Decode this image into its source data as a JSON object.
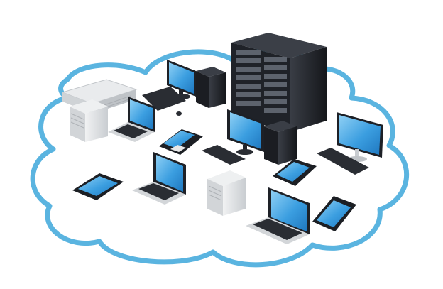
{
  "scene": {
    "subject": "cloud-computing-network",
    "colors": {
      "background": "#ffffff",
      "cloud_stroke": "#5ab4e0",
      "cloud_fill": "#ffffff",
      "screen": "#3b9ee0",
      "screen_highlight": "#8fd0f5",
      "dark_body": "#1e2127",
      "keyboard": "#2a2d33",
      "silver": "#d9dcdf",
      "silver_shade": "#b7bbc0"
    },
    "devices": [
      {
        "kind": "server-rack",
        "icon": "server-rack-icon"
      },
      {
        "kind": "tower-server",
        "icon": "tower-server-icon"
      },
      {
        "kind": "desktop-computer",
        "icon": "desktop-icon"
      },
      {
        "kind": "laptop",
        "icon": "laptop-icon"
      },
      {
        "kind": "smartphone",
        "icon": "smartphone-icon"
      },
      {
        "kind": "network-switch",
        "icon": "switch-icon"
      }
    ]
  }
}
